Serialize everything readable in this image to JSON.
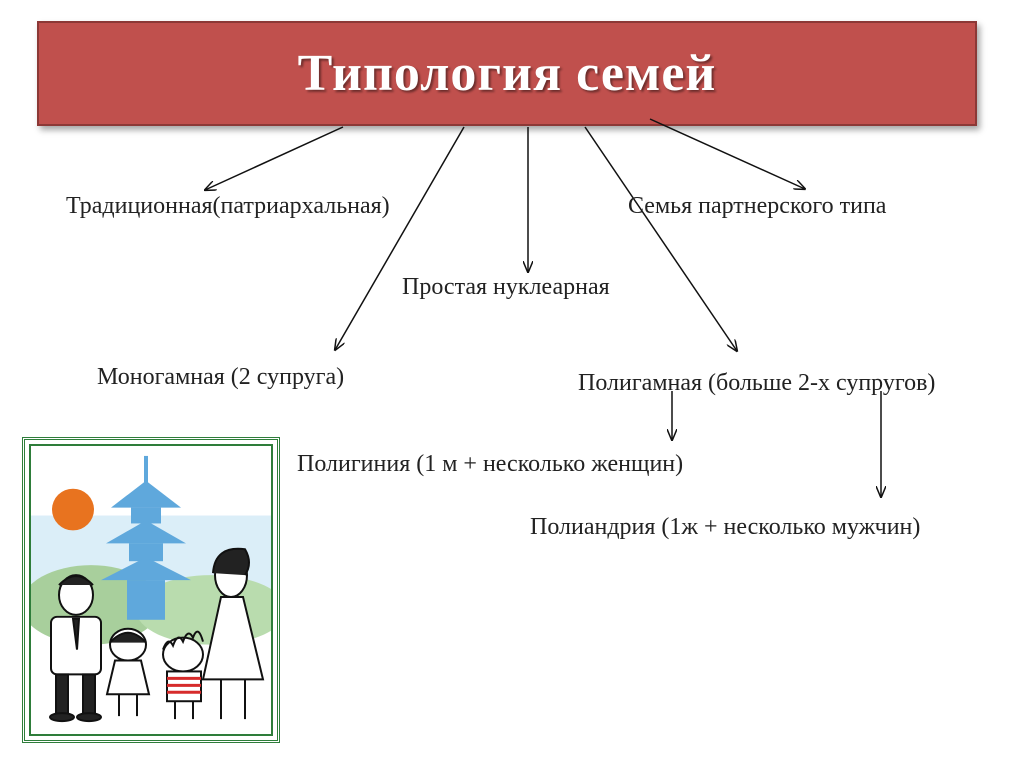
{
  "title": "Типология семей",
  "nodes": {
    "traditional": "Традиционная(патриархальная)",
    "partner": "Семья партнерского типа",
    "nuclear": "Простая нуклеарная",
    "monogamous": "Моногамная (2 супруга)",
    "polygamous": "Полигамная (больше 2-х супругов)",
    "polygyny": "Полигиния (1 м + несколько женщин)",
    "polyandry": "Полиандрия (1ж + несколько мужчин)"
  },
  "colors": {
    "title_bg": "#c0504d",
    "title_text": "#ffffff",
    "frame": "#2e7d3a",
    "sun": "#e8731f",
    "pagoda": "#5fa8dc",
    "hills": "#a8cf9c"
  },
  "illustration": "family-clipart"
}
